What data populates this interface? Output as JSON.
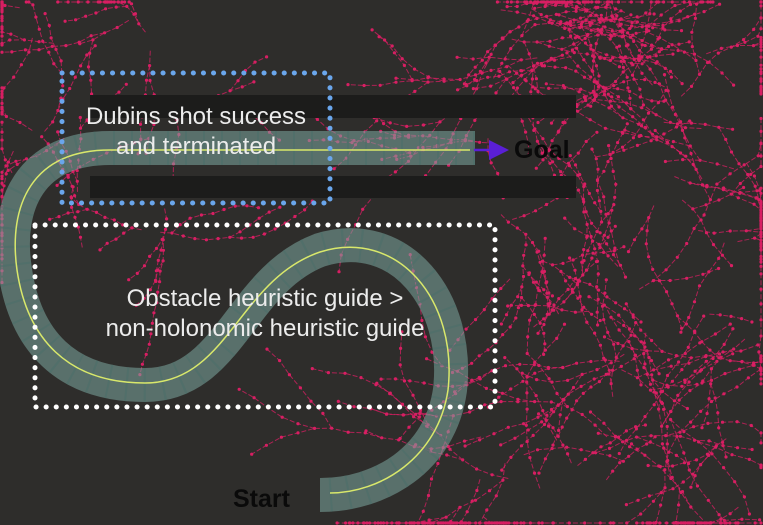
{
  "annotations": {
    "dubins_box": {
      "line1": "Dubins shot success",
      "line2": "and terminated",
      "border_color": "#6aa6ec"
    },
    "heuristic_box": {
      "line1": "Obstacle heuristic guide >",
      "line2": "non-holonomic heuristic guide",
      "border_color": "#ffffff"
    }
  },
  "markers": {
    "goal": "Goal",
    "start": "Start"
  },
  "colors": {
    "background": "#2e2d2b",
    "obstacle": "#1c1c1b",
    "tree": "#d81f63",
    "footprint": "#7ea8a1",
    "path": "#d9e86b",
    "goal_arrow": "#5a1fd6"
  }
}
